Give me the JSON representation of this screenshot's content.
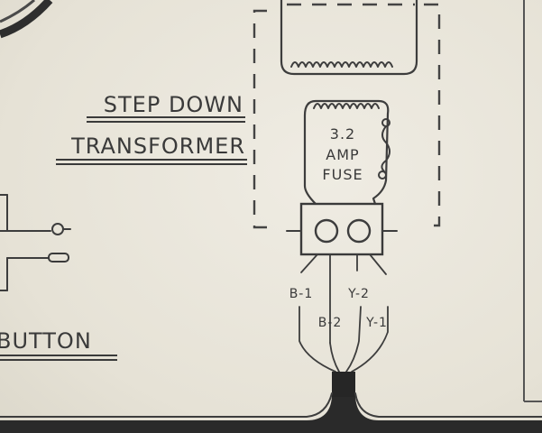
{
  "labels": {
    "step_down": "STEP DOWN",
    "transformer": "TRANSFORMER",
    "fuse_rating": "3.2",
    "fuse_amp": "AMP",
    "fuse_word": "FUSE",
    "pushbutton_fragment": "BUTTON",
    "wire_b1": "B-1",
    "wire_y2": "Y-2",
    "wire_b2": "B-2",
    "wire_y1": "Y-1"
  },
  "colors": {
    "paper": "#e9e6dc",
    "ink": "#3a3a3a"
  }
}
